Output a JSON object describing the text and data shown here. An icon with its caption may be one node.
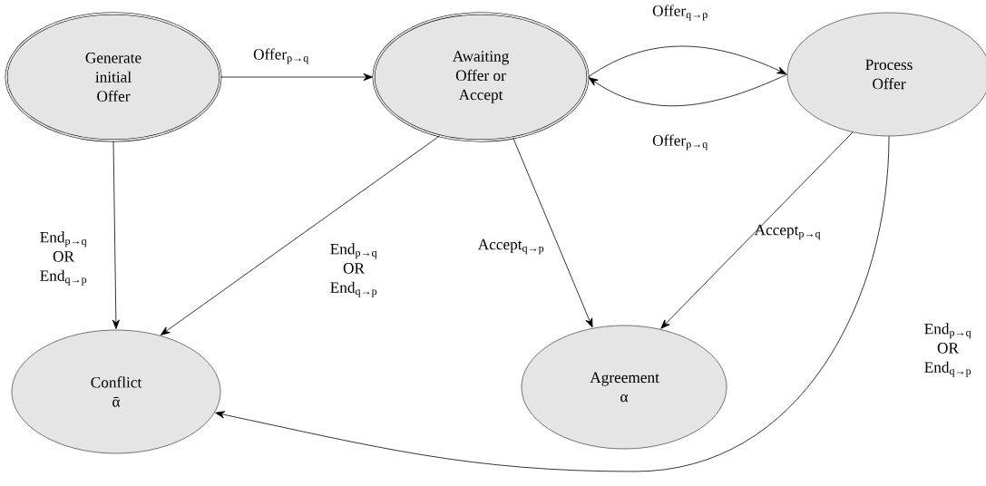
{
  "diagram": {
    "nodes": [
      {
        "text": [
          "Generate initial Offer"
        ]
      },
      {
        "text": [
          "Awaiting Offer or Accept"
        ]
      },
      {
        "text": [
          "Process Offer"
        ]
      },
      {
        "text": [
          "Conflict",
          "ᾱ"
        ]
      },
      {
        "text": [
          "Agreement",
          "α"
        ]
      }
    ],
    "edges": [
      {
        "from": 0,
        "to": 1,
        "arrow": "to",
        "label": "Offer$_{p→q}$"
      },
      {
        "from": 1,
        "to": 2,
        "arrow": "to",
        "label": "Offer$_{q→p}$"
      },
      {
        "from": 2,
        "to": 1,
        "arrow": "to",
        "label": "Offer$_{p→q}$"
      },
      {
        "from": 0,
        "to": 3,
        "arrow": "to",
        "label": "End$_{p→q}$ OR End$_{q→p}$"
      },
      {
        "from": 1,
        "to": 3,
        "arrow": "to",
        "label": "End$_{p→q}$ OR End$_{q→p}$"
      },
      {
        "from": 1,
        "to": 4,
        "arrow": "to",
        "label": "Accept$_{q→p}$"
      },
      {
        "from": 2,
        "to": 4,
        "arrow": "to",
        "label": "Accept$_{p→q}$"
      },
      {
        "from": 2,
        "to": 3,
        "arrow": "to",
        "label": "End$_{p→q}$ OR End$_{q→p}$"
      }
    ]
  }
}
